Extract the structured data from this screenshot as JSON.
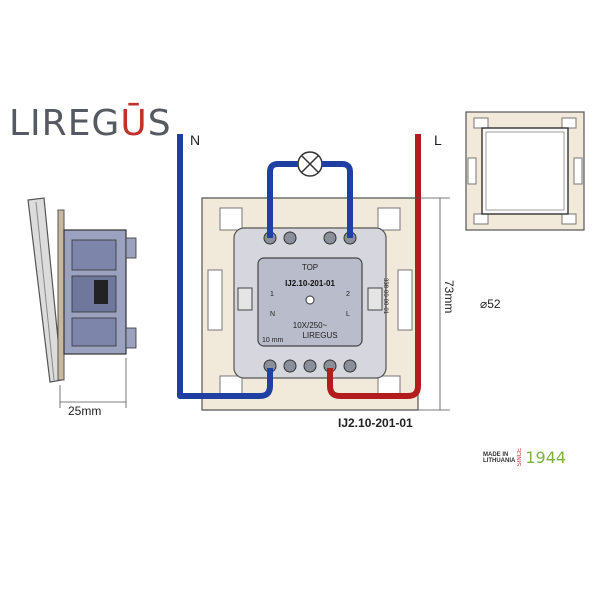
{
  "brand": {
    "logo_prefix": "LIREG",
    "logo_accent": "Ū",
    "logo_suffix": "S"
  },
  "labels": {
    "neutral": "N",
    "live": "L",
    "depth": "25mm",
    "height": "73mm",
    "diameter": "⌀52",
    "model_bottom": "IJ2.10-201-01"
  },
  "mechanism": {
    "top": "TOP",
    "model": "IJ2.10-201-01",
    "rating": "10X/250~",
    "brand": "LIREGUS",
    "strip": "10 mm",
    "side_code": "338-00-00-01",
    "term_left": "1",
    "term_left_n": "N",
    "term_right": "2",
    "term_right_l": "L"
  },
  "footer": {
    "made_line1": "MADE IN",
    "made_line2": "LITHUANIA",
    "since": "SINCE",
    "year": "1944"
  },
  "colors": {
    "neutral_wire": "#1f3fa3",
    "live_wire": "#b31c1c",
    "frame": "#efe6d6",
    "body": "#b9bccb",
    "logo_accent": "#c0302d",
    "year": "#7cb342"
  }
}
